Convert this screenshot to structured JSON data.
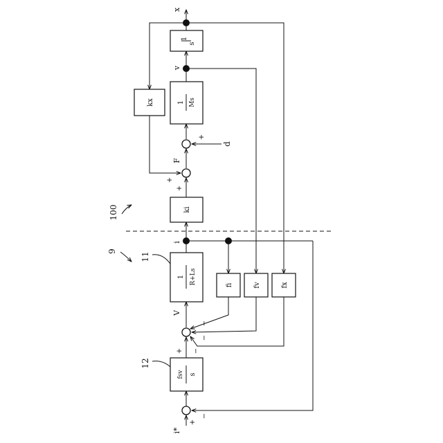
{
  "diagram": {
    "labels": {
      "output_x": "x",
      "velocity_v": "v",
      "force_F": "F",
      "disturbance_d": "d",
      "current_i": "i",
      "voltage_V": "V",
      "reference_i": "i*",
      "ref_100": "100",
      "ref_9": "9",
      "ref_11": "11",
      "ref_12": "12"
    },
    "blocks": {
      "integrator": {
        "num": "1",
        "den": "s"
      },
      "mass": {
        "num": "1",
        "den": "Ms"
      },
      "kx": {
        "text": "kx"
      },
      "ki": {
        "text": "ki"
      },
      "coil": {
        "num": "1",
        "den": "R+Ls"
      },
      "fi": {
        "text": "fi"
      },
      "fv": {
        "text": "fv"
      },
      "fx": {
        "text": "fx"
      },
      "controller": {
        "num": "fsv",
        "den": "s"
      }
    },
    "signs": {
      "d_plus": "+",
      "sumF_left_plus": "+",
      "sumF_bottom_plus": "+",
      "sumV_fi_minus": "−",
      "sumV_fv_minus": "−",
      "sumV_fx_minus": "−",
      "sumV_bottom_plus": "+",
      "sumRef_minus": "−",
      "sumRef_bottom_plus": "+"
    }
  }
}
